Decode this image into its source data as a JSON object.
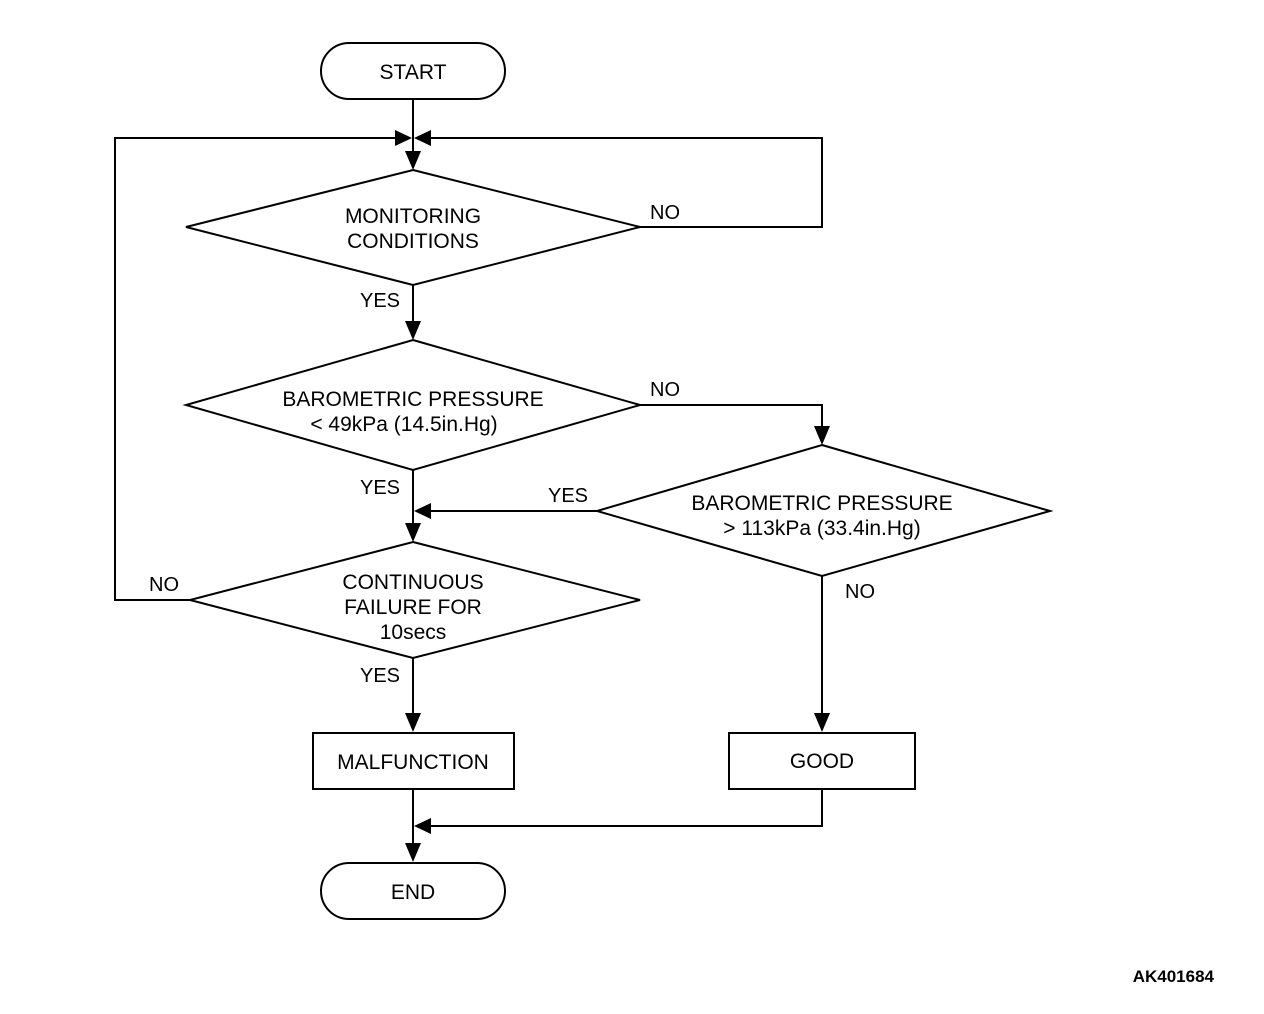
{
  "nodes": {
    "start": "START",
    "monitoring": [
      "MONITORING",
      "CONDITIONS"
    ],
    "baro_low": [
      "BAROMETRIC PRESSURE",
      "< 49kPa (14.5in.Hg)"
    ],
    "baro_high": [
      "BAROMETRIC PRESSURE",
      "> 113kPa (33.4in.Hg)"
    ],
    "continuous": [
      "CONTINUOUS",
      "FAILURE FOR",
      "10secs"
    ],
    "malfunction": "MALFUNCTION",
    "good": "GOOD",
    "end": "END"
  },
  "branches": {
    "monitoring_no": "NO",
    "monitoring_yes": "YES",
    "baro_low_no": "NO",
    "baro_low_yes": "YES",
    "baro_high_yes": "YES",
    "baro_high_no": "NO",
    "continuous_no": "NO",
    "continuous_yes": "YES"
  },
  "figure_id": "AK401684"
}
